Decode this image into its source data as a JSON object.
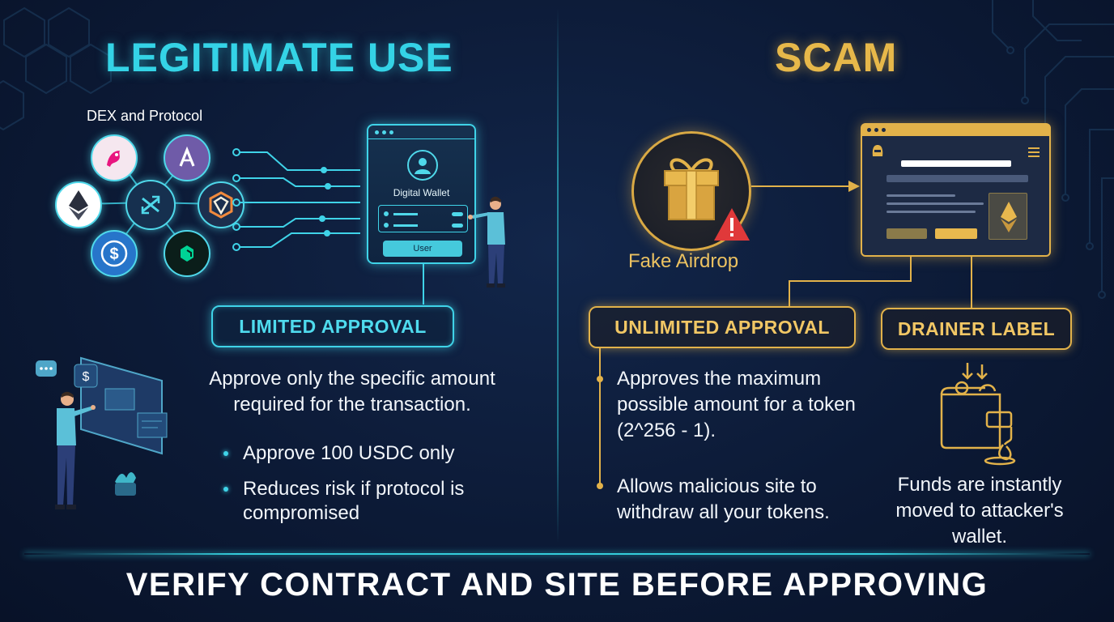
{
  "legit": {
    "title": "LEGITIMATE USE",
    "protocol_group_label": "DEX and Protocol",
    "protocols": [
      {
        "name": "uniswap-icon",
        "color": "#f5e7ef",
        "accent": "#e8157f"
      },
      {
        "name": "aave-icon",
        "color": "#8d78c9",
        "accent": "#ffffff"
      },
      {
        "name": "ethereum-icon",
        "color": "#ffffff",
        "accent": "#2a2f3d"
      },
      {
        "name": "1inch-exchange-icon",
        "color": "#16304f",
        "accent": "#4fd8ea"
      },
      {
        "name": "hex-protocol-icon",
        "color": "#1c2f4e",
        "accent": "#f18a3d"
      },
      {
        "name": "usdc-icon",
        "color": "#2775ca",
        "accent": "#ffffff"
      },
      {
        "name": "compound-icon",
        "color": "#0b1e1a",
        "accent": "#00d395"
      }
    ],
    "wallet": {
      "title": "Digital Wallet",
      "button_label": "User"
    },
    "approval_label": "LIMITED APPROVAL",
    "description": "Approve only the specific amount required for the transaction.",
    "bullets": [
      "Approve 100 USDC only",
      "Reduces risk if protocol is compromised"
    ],
    "accent_color": "#34d3e6"
  },
  "scam": {
    "title": "SCAM",
    "airdrop_label": "Fake Airdrop",
    "approval_label": "UNLIMITED APPROVAL",
    "drainer_label": "DRAINER LABEL",
    "approval_points": [
      "Approves the maximum possible amount for a token (2^256 - 1).",
      "Allows malicious site to withdraw all your tokens."
    ],
    "drainer_description": "Funds are instantly moved to attacker's wallet.",
    "accent_color": "#e7b84a",
    "warning_color": "#e0393a"
  },
  "footer": {
    "text": "VERIFY CONTRACT AND SITE BEFORE APPROVING"
  }
}
